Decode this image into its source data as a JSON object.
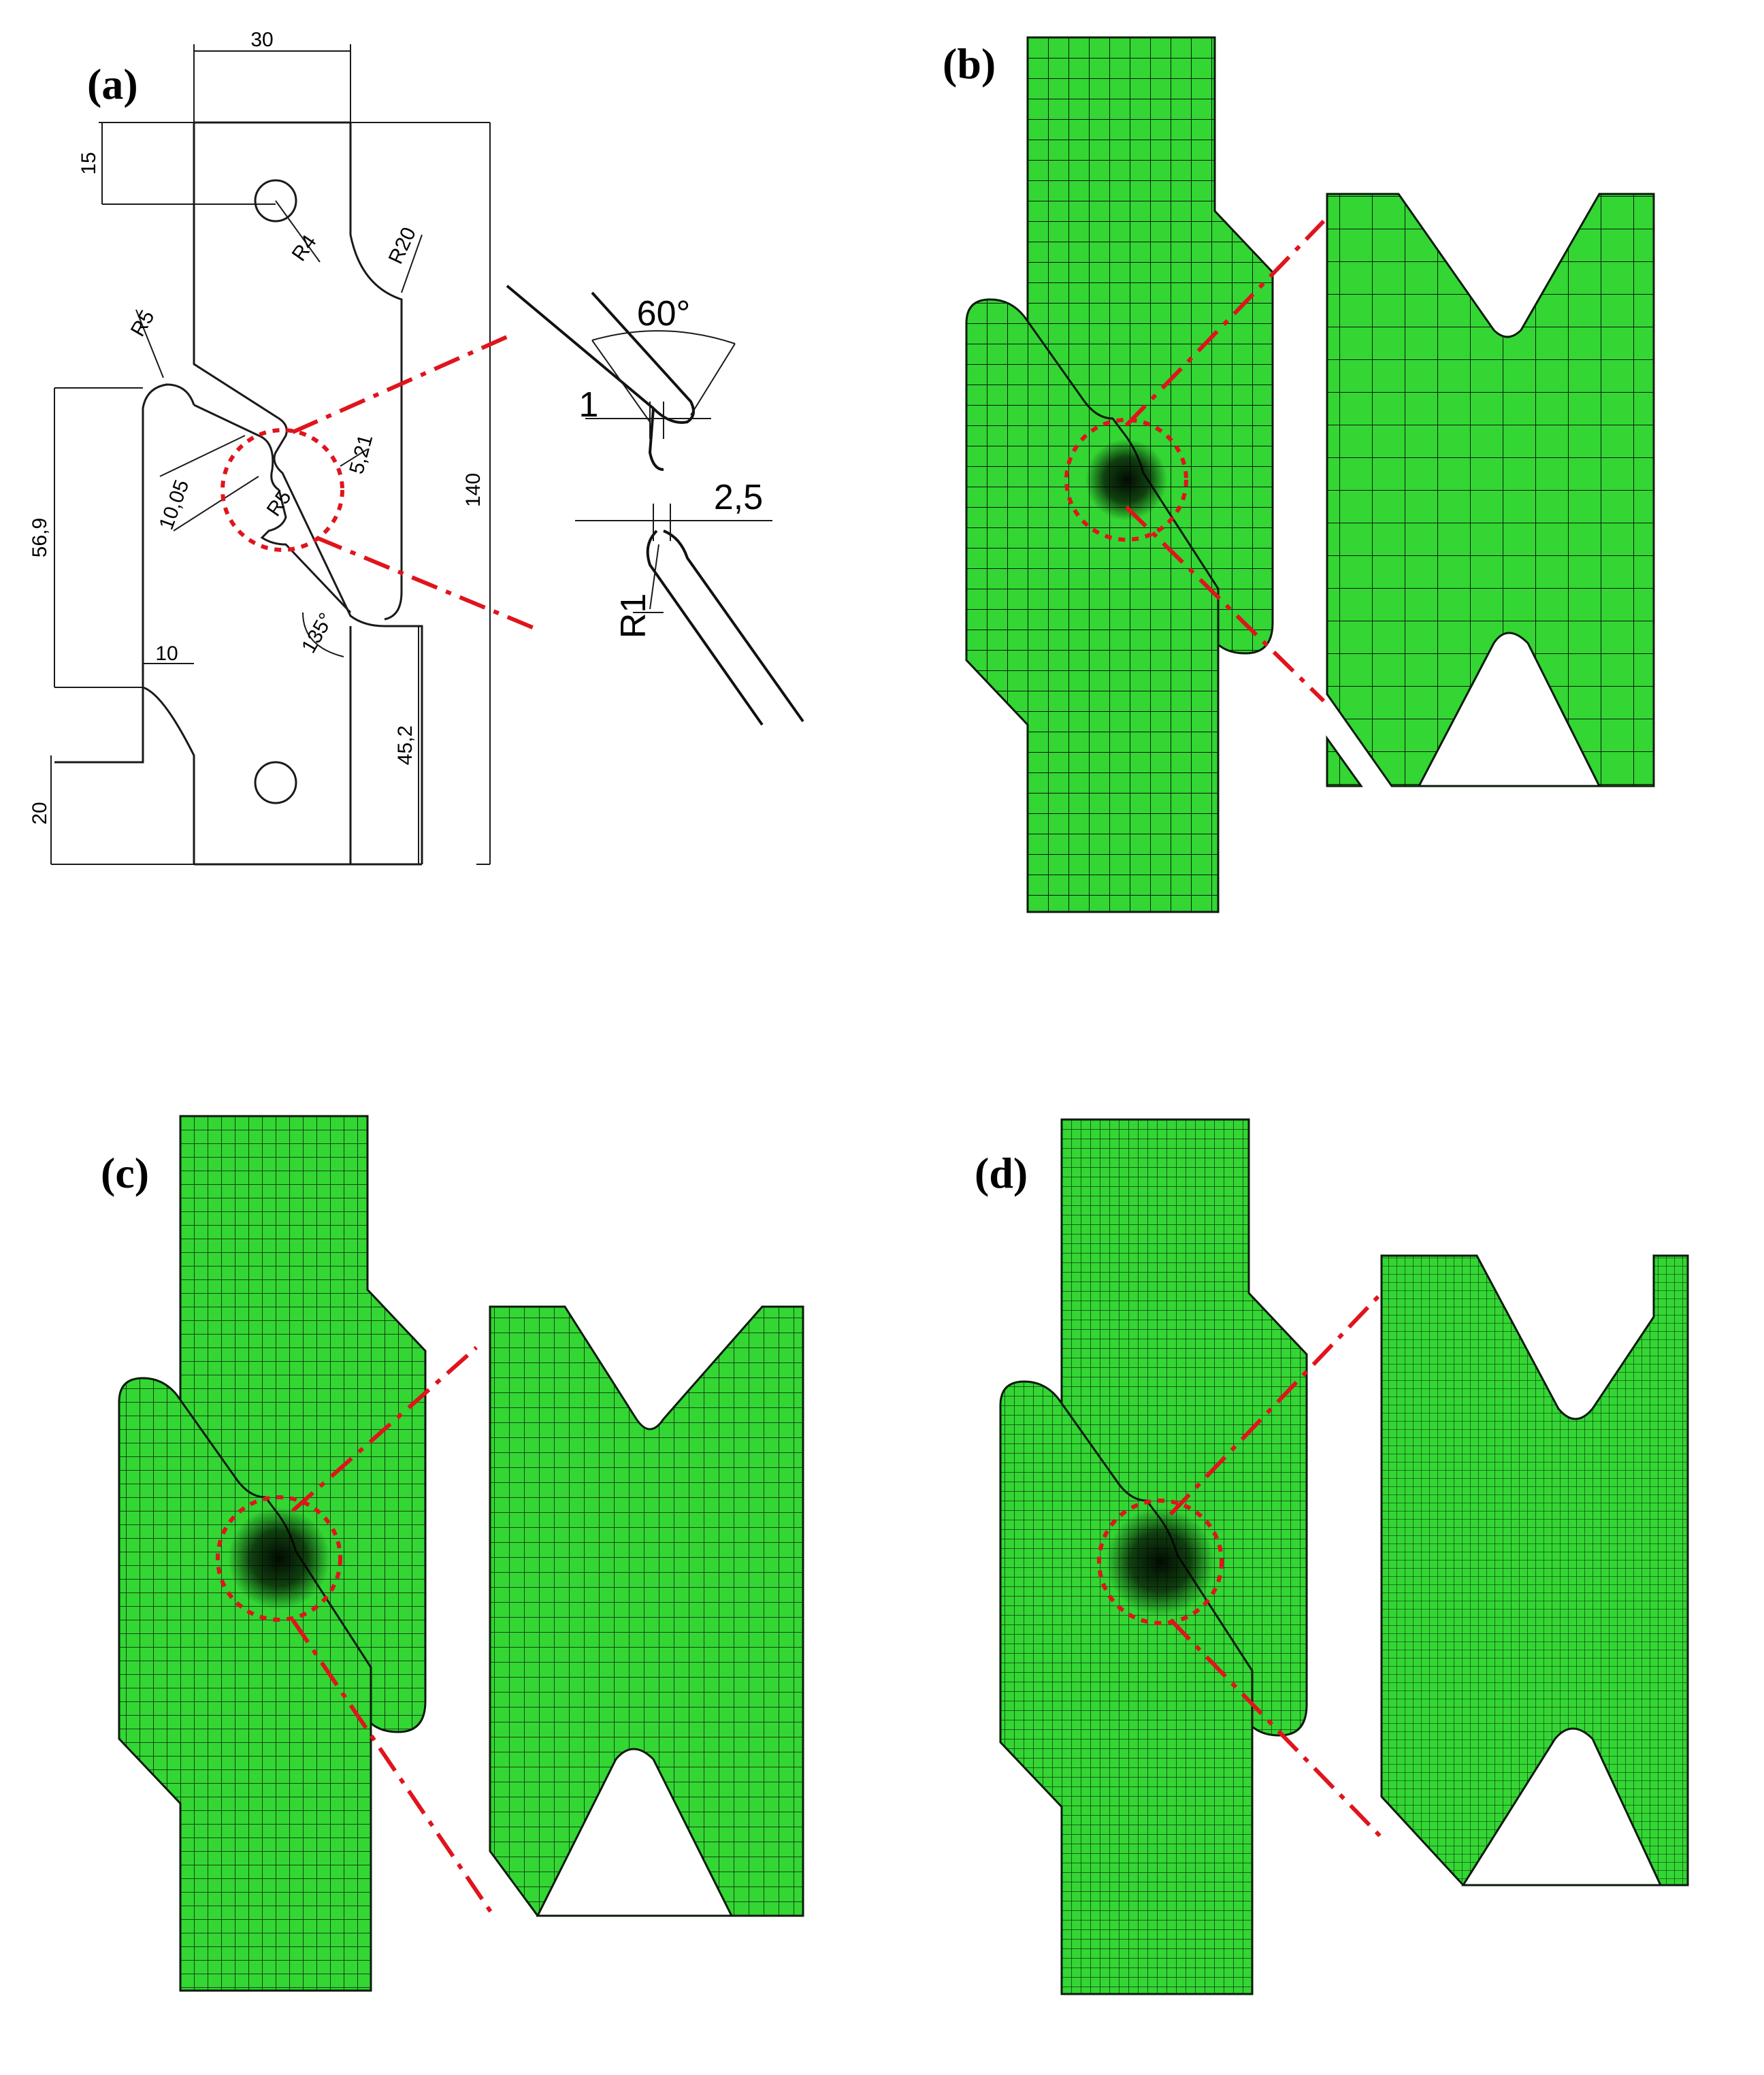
{
  "figure": {
    "panels": [
      {
        "id": "a",
        "label": "(a)"
      },
      {
        "id": "b",
        "label": "(b)"
      },
      {
        "id": "c",
        "label": "(c)"
      },
      {
        "id": "d",
        "label": "(d)"
      }
    ],
    "dimensions": {
      "d30": "30",
      "d15": "15",
      "r4": "R4",
      "r20": "R20",
      "r5_top": "R5",
      "d5_21": "5,21",
      "d10_05": "10,05",
      "r5_mid": "R5",
      "d56_9": "56,9",
      "d140": "140",
      "d10": "10",
      "a135": "135°",
      "d45_2": "45,2",
      "d20": "20"
    },
    "detail_dimensions": {
      "angle": "60°",
      "gap": "1",
      "width": "2,5",
      "radius": "R1"
    },
    "colors": {
      "mesh_fill": "#33d633",
      "mesh_line": "#0b1a0b",
      "highlight": "#e0141c"
    },
    "mesh_density": {
      "b": 1,
      "c": 2,
      "d": 3
    }
  }
}
